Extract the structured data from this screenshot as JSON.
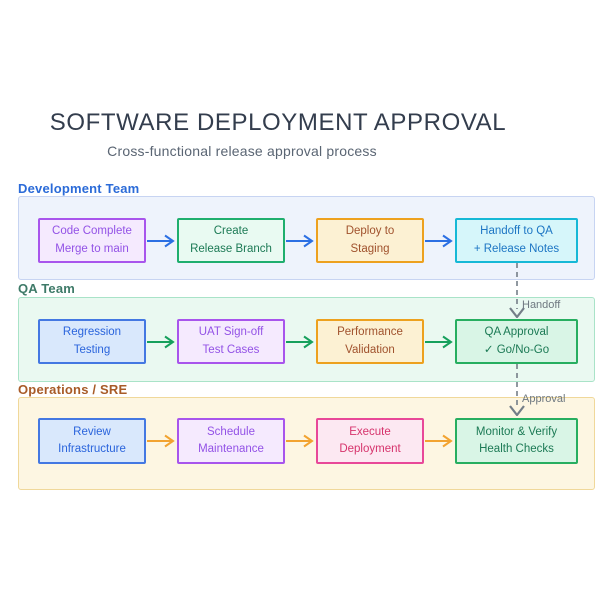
{
  "header": {
    "title": "SOFTWARE DEPLOYMENT APPROVAL",
    "subtitle": "Cross-functional release approval process"
  },
  "lanes": [
    {
      "label": "Development Team",
      "nodes": [
        {
          "line1": "Code Complete",
          "line2": "Merge to main"
        },
        {
          "line1": "Create",
          "line2": "Release Branch"
        },
        {
          "line1": "Deploy to",
          "line2": "Staging"
        },
        {
          "line1": "Handoff to QA",
          "line2": "+ Release Notes"
        }
      ]
    },
    {
      "label": "QA Team",
      "nodes": [
        {
          "line1": "Regression",
          "line2": "Testing"
        },
        {
          "line1": "UAT Sign-off",
          "line2": "Test Cases"
        },
        {
          "line1": "Performance",
          "line2": "Validation"
        },
        {
          "line1": "QA Approval",
          "line2": "✓ Go/No-Go"
        }
      ]
    },
    {
      "label": "Operations / SRE",
      "nodes": [
        {
          "line1": "Review",
          "line2": "Infrastructure"
        },
        {
          "line1": "Schedule",
          "line2": "Maintenance"
        },
        {
          "line1": "Execute",
          "line2": "Deployment"
        },
        {
          "line1": "Monitor & Verify",
          "line2": "Health Checks"
        }
      ]
    }
  ],
  "connectors": [
    {
      "label": "Handoff"
    },
    {
      "label": "Approval"
    }
  ],
  "colors": {
    "title": "#333d4d",
    "subtitle": "#5a6573",
    "dev_lane_fill": "#eef3fc",
    "dev_lane_border": "#c7d4f2",
    "dev_label": "#2b6bd8",
    "qa_lane_fill": "#eaf9f1",
    "qa_lane_border": "#a9e3c8",
    "qa_label": "#3e7a68",
    "ops_lane_fill": "#fdf6e2",
    "ops_lane_border": "#f0d89a",
    "ops_label": "#a85b28",
    "purple_border": "#a855ec",
    "green_border": "#27ae60",
    "amber_border": "#eda11e",
    "cyan_border": "#16b8d6",
    "blue_border": "#4478e2",
    "pink_border": "#e84898",
    "arrow_dev": "#2b6fe3",
    "arrow_qa": "#16a05c",
    "arrow_ops": "#f2a330",
    "dashed_connector": "#747e88"
  }
}
